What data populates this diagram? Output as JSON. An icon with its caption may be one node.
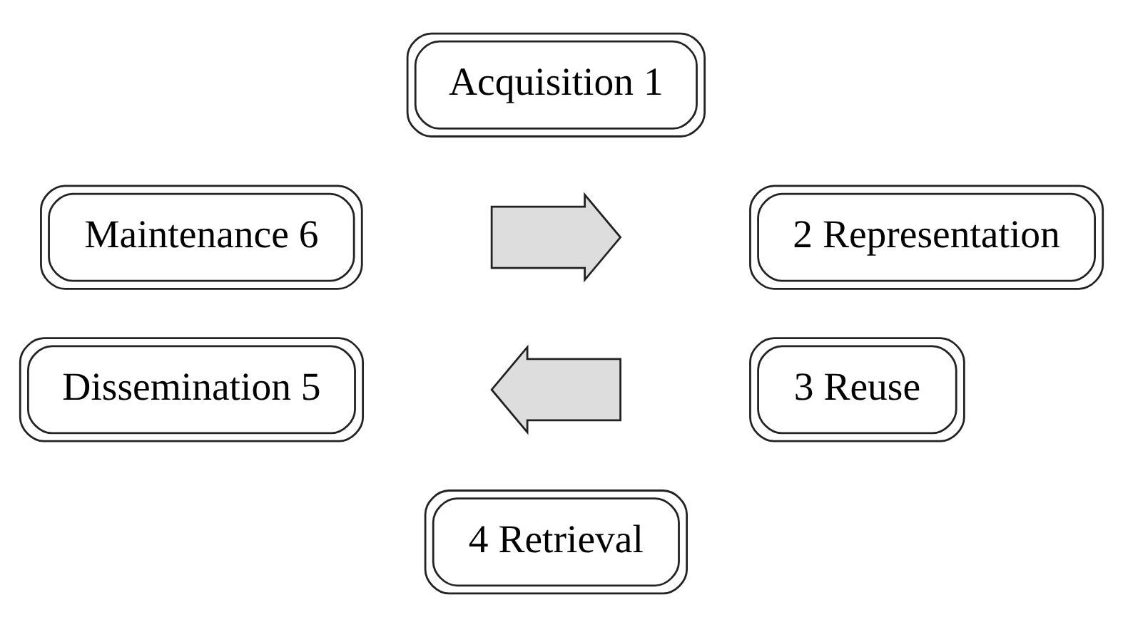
{
  "diagram": {
    "nodes": [
      {
        "text": [
          "Acquisition 1"
        ]
      },
      {
        "text": [
          "Maintenance 6"
        ]
      },
      {
        "text": [],
        "shape": "arrow"
      },
      {
        "text": [
          "2 Representation"
        ]
      },
      {
        "text": [
          "Dissemination 5"
        ]
      },
      {
        "text": [],
        "shape": "arrow"
      },
      {
        "text": [
          "3 Reuse"
        ]
      },
      {
        "text": [
          "4 Retrieval"
        ]
      }
    ],
    "edges": []
  }
}
